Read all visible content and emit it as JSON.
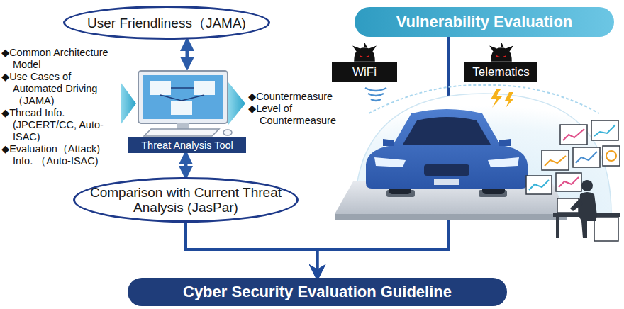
{
  "diagram": {
    "nodes": [
      {
        "text": [
          "User Friendliness（JAMA)"
        ]
      },
      {
        "text": [
          "Threat Analysis Tool"
        ]
      },
      {
        "text": [
          "Comparison with Current Threat Analysis (JasPar)"
        ]
      },
      {
        "text": [
          "Vulnerability Evaluation"
        ]
      },
      {
        "text": [
          "WiFi"
        ]
      },
      {
        "text": [
          "Telematics"
        ]
      },
      {
        "text": [
          "Cyber Security Evaluation Guideline"
        ]
      }
    ],
    "edges": [
      {
        "from": 0,
        "to": 1,
        "arrow": "both"
      },
      {
        "from": 1,
        "to": 2,
        "arrow": "both"
      },
      {
        "from": 2,
        "to": 6,
        "arrow": "to"
      },
      {
        "from": 3,
        "to": 6,
        "arrow": "to"
      }
    ],
    "labels": [
      "◆Common Architecture Model",
      "◆Use Cases of Automated Driving （JAMA)",
      "◆Thread Info. (JPCERT/CC, Auto-ISAC)",
      "◆Evaluation（Attack) Info. （Auto-ISAC)",
      "◆Countermeasure",
      "◆Level of Countermeasure"
    ]
  }
}
